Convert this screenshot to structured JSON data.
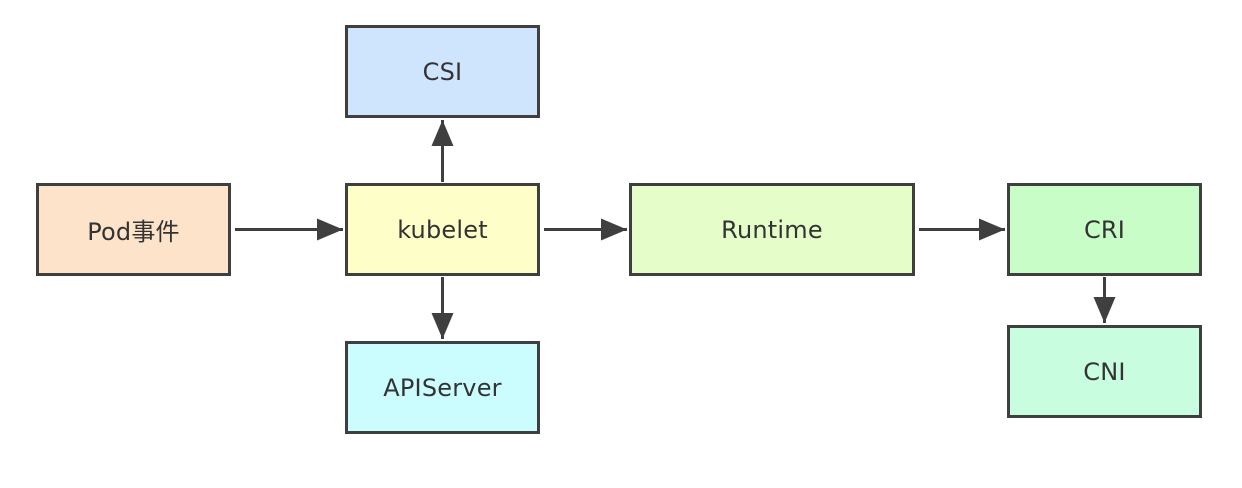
{
  "nodes": {
    "pod": {
      "label": "Pod事件",
      "color": "#fde3c9"
    },
    "kubelet": {
      "label": "kubelet",
      "color": "#fefec8"
    },
    "csi": {
      "label": "CSI",
      "color": "#cfe4fd"
    },
    "apiserver": {
      "label": "APIServer",
      "color": "#ccfdfe"
    },
    "runtime": {
      "label": "Runtime",
      "color": "#e5fdc9"
    },
    "cri": {
      "label": "CRI",
      "color": "#c9fdc8"
    },
    "cni": {
      "label": "CNI",
      "color": "#c9fde0"
    }
  },
  "edges": [
    {
      "from": "pod",
      "to": "kubelet"
    },
    {
      "from": "kubelet",
      "to": "csi"
    },
    {
      "from": "kubelet",
      "to": "apiserver"
    },
    {
      "from": "kubelet",
      "to": "runtime"
    },
    {
      "from": "runtime",
      "to": "cri"
    },
    {
      "from": "cri",
      "to": "cni"
    }
  ],
  "edge_color": "#3f3f3f"
}
